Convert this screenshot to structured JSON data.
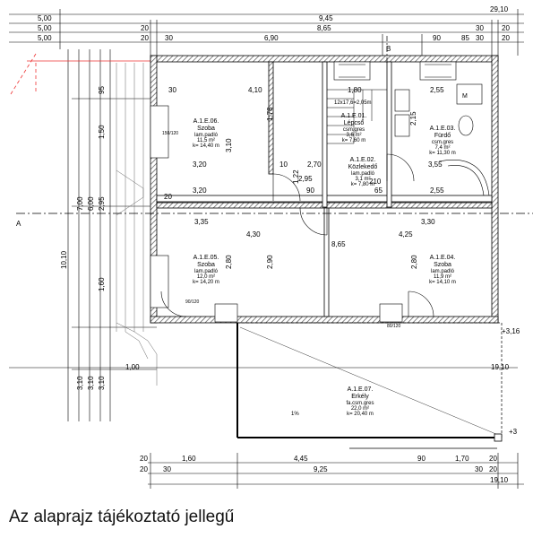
{
  "caption": "Az alaprajz tájékoztató jellegű",
  "section_marker": "A",
  "section_marker_top": "B",
  "rooms": [
    {
      "id": "A.1.E.06.",
      "name": "Szoba",
      "floor": "lam.padló",
      "area": "11,5 m²",
      "perimeter": "k= 14,40 m"
    },
    {
      "id": "A.1.E.01.",
      "name": "Lépcső",
      "floor": "csm.gres",
      "area": "3,6 m²",
      "perimeter": "k= 7,60 m"
    },
    {
      "id": "A.1.E.02.",
      "name": "Közlekedő",
      "floor": "lam.padló",
      "area": "3,1 m²",
      "perimeter": "k= 7,80 m"
    },
    {
      "id": "A.1.E.03.",
      "name": "Fürdő",
      "floor": "csm.gres",
      "area": "7,4 m²",
      "perimeter": "k= 11,30 m"
    },
    {
      "id": "A.1.E.05.",
      "name": "Szoba",
      "floor": "lam.padló",
      "area": "12,0 m²",
      "perimeter": "k= 14,20 m"
    },
    {
      "id": "A.1.E.04.",
      "name": "Szoba",
      "floor": "lam.padló",
      "area": "11,9 m²",
      "perimeter": "k= 14,10 m"
    },
    {
      "id": "A.1.E.07.",
      "name": "Erkély",
      "floor": "fa.csm.gres",
      "area": "22,0 m²",
      "perimeter": "k= 20,40 m"
    }
  ],
  "top_dims": {
    "row1": [
      "29,10"
    ],
    "row2": [
      "5,00",
      "9,45"
    ],
    "row3": [
      "5,00",
      "20",
      "8,65",
      "30",
      "20"
    ],
    "row4": [
      "5,00",
      "20",
      "30",
      "6,90",
      "90",
      "85",
      "30",
      "20"
    ]
  },
  "bottom_dims": {
    "row1": [
      "20",
      "1,60",
      "4,45",
      "90",
      "1,70",
      "20"
    ],
    "row2": [
      "20",
      "30",
      "9,25",
      "30",
      "20"
    ],
    "row3": [
      "19,10"
    ]
  },
  "left_dims": [
    "10,10",
    "7,00",
    "6,00",
    "2,95",
    "1,60",
    "3,10",
    "3,10",
    "3,10",
    "1,50",
    "95",
    "30",
    "20"
  ],
  "interior_dims": [
    "30",
    "4,10",
    "1,80",
    "2,55",
    "3,10",
    "1,78",
    "2,15",
    "3,20",
    "2,70",
    "3,55",
    "3,20",
    "2,55",
    "3,35",
    "3,30",
    "4,30",
    "4,25",
    "8,65",
    "2,80",
    "2,90",
    "2,80",
    "2,95",
    "90",
    "10",
    "20",
    "65",
    "210",
    "1,22",
    "1,00",
    "19,10",
    "+3,16",
    "+3",
    "1%",
    "12x17,6=2,05m",
    "M",
    "150/120",
    "90/120",
    "80/120"
  ]
}
